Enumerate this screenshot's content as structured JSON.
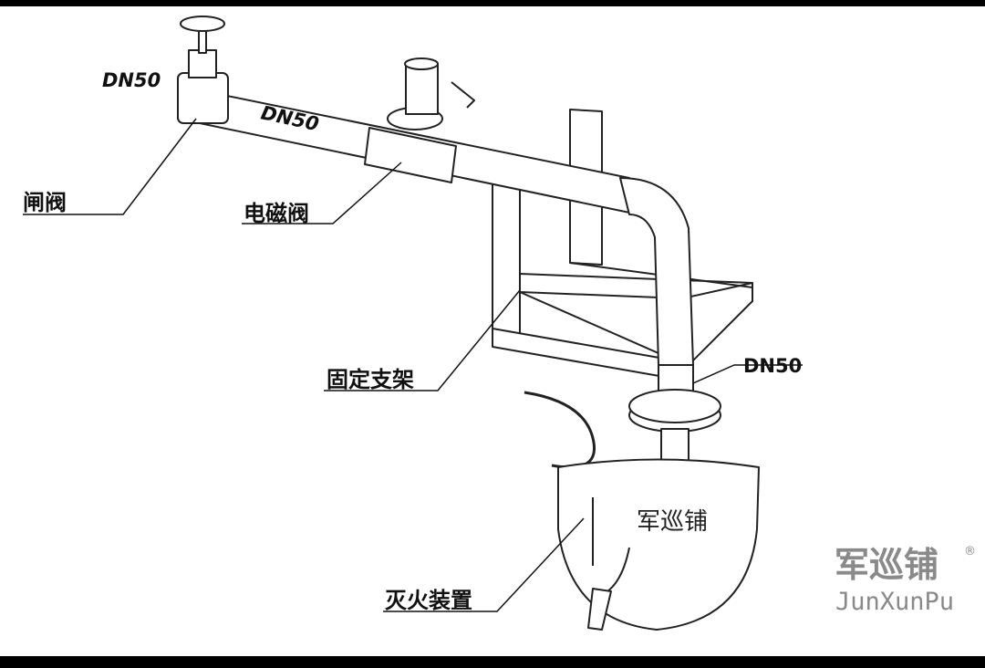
{
  "labels": {
    "dn50_gate": "DN50",
    "dn50_pipe": "DN50",
    "dn50_vertical": "DN50",
    "gate_valve": "闸阀",
    "solenoid_valve": "电磁阀",
    "fixed_bracket": "固定支架",
    "fire_device": "灭火装置",
    "device_brand": "军巡铺"
  },
  "watermark": {
    "cn": "军巡铺",
    "registered": "®",
    "en": "JunXunPu"
  }
}
